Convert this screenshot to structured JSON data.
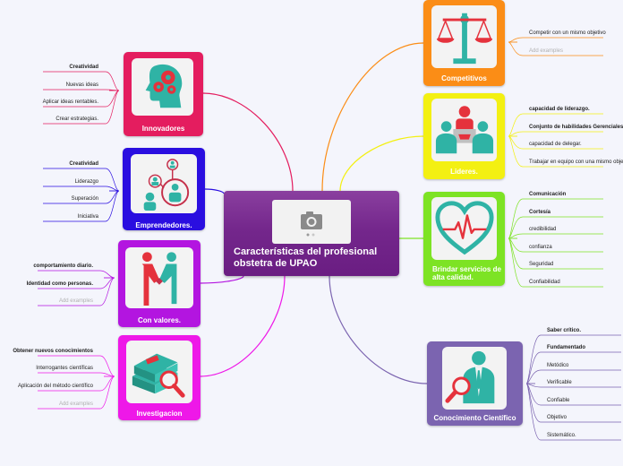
{
  "central": {
    "title": "Características del profesional obstetra de UPAO",
    "icon": "camera-icon"
  },
  "branches": [
    {
      "id": "innovadores",
      "title": "Innovadores",
      "color": "#e41d5f",
      "icon": "head-gears-icon",
      "leaves": [
        {
          "text": "Creatividad",
          "bold": true
        },
        {
          "text": "Nuevas ideas"
        },
        {
          "text": "Aplicar ideas rentables."
        },
        {
          "text": "Crear estrategias."
        }
      ]
    },
    {
      "id": "emprendedores",
      "title": "Emprendedores.",
      "color": "#2a0ee0",
      "icon": "people-network-icon",
      "leaves": [
        {
          "text": "Creatividad",
          "bold": true
        },
        {
          "text": "Liderazgo"
        },
        {
          "text": "Superación"
        },
        {
          "text": "Iniciativa"
        }
      ]
    },
    {
      "id": "valores",
      "title": "Con valores.",
      "color": "#b315e0",
      "icon": "handshake-icon",
      "leaves": [
        {
          "text": "comportamiento diario.",
          "bold": true
        },
        {
          "text": "Identidad como personas.",
          "bold": true
        },
        {
          "text": "Add examples",
          "muted": true
        }
      ]
    },
    {
      "id": "investigacion",
      "title": "Investigacion",
      "color": "#ee18e8",
      "icon": "books-magnifier-icon",
      "leaves": [
        {
          "text": "Obtener nuevos conocimientos",
          "bold": true
        },
        {
          "text": "Interrogantes  científicas"
        },
        {
          "text": "Aplicación del método científico"
        },
        {
          "text": "Add examples",
          "muted": true
        }
      ]
    },
    {
      "id": "competitivos",
      "title": "Competitivos",
      "color": "#fb8d16",
      "icon": "scales-icon",
      "leaves": [
        {
          "text": "Competir con un mismo objetivo"
        },
        {
          "text": "Add examples",
          "muted": true
        }
      ]
    },
    {
      "id": "lideres",
      "title": "Lideres.",
      "color": "#f3f012",
      "icon": "leader-group-icon",
      "leaves": [
        {
          "text": "capacidad de liderazgo.",
          "bold": true
        },
        {
          "text": "Conjunto de habilidades Gerenciales",
          "bold": true
        },
        {
          "text": "capacidad de delegar."
        },
        {
          "text": "Trabajar en equipo  con una mismo objetivo"
        }
      ]
    },
    {
      "id": "calidad",
      "title": "Brindar servicios de alta calidad.",
      "color": "#7de324",
      "icon": "heart-pulse-icon",
      "leaves": [
        {
          "text": "Comunicación",
          "bold": true
        },
        {
          "text": "Cortesía",
          "bold": true
        },
        {
          "text": "credibilidad"
        },
        {
          "text": "confianza"
        },
        {
          "text": "Seguridad"
        },
        {
          "text": "Confiabilidad"
        }
      ]
    },
    {
      "id": "cientifico",
      "title": "Conocimiento Científico",
      "color": "#7b64b0",
      "icon": "scientist-magnifier-icon",
      "leaves": [
        {
          "text": "Saber crítico.",
          "bold": true
        },
        {
          "text": "Fundamentado",
          "bold": true
        },
        {
          "text": "Metódico"
        },
        {
          "text": "Verificable"
        },
        {
          "text": "Confiable"
        },
        {
          "text": "Objetivo"
        },
        {
          "text": "Sistemático."
        }
      ]
    }
  ]
}
